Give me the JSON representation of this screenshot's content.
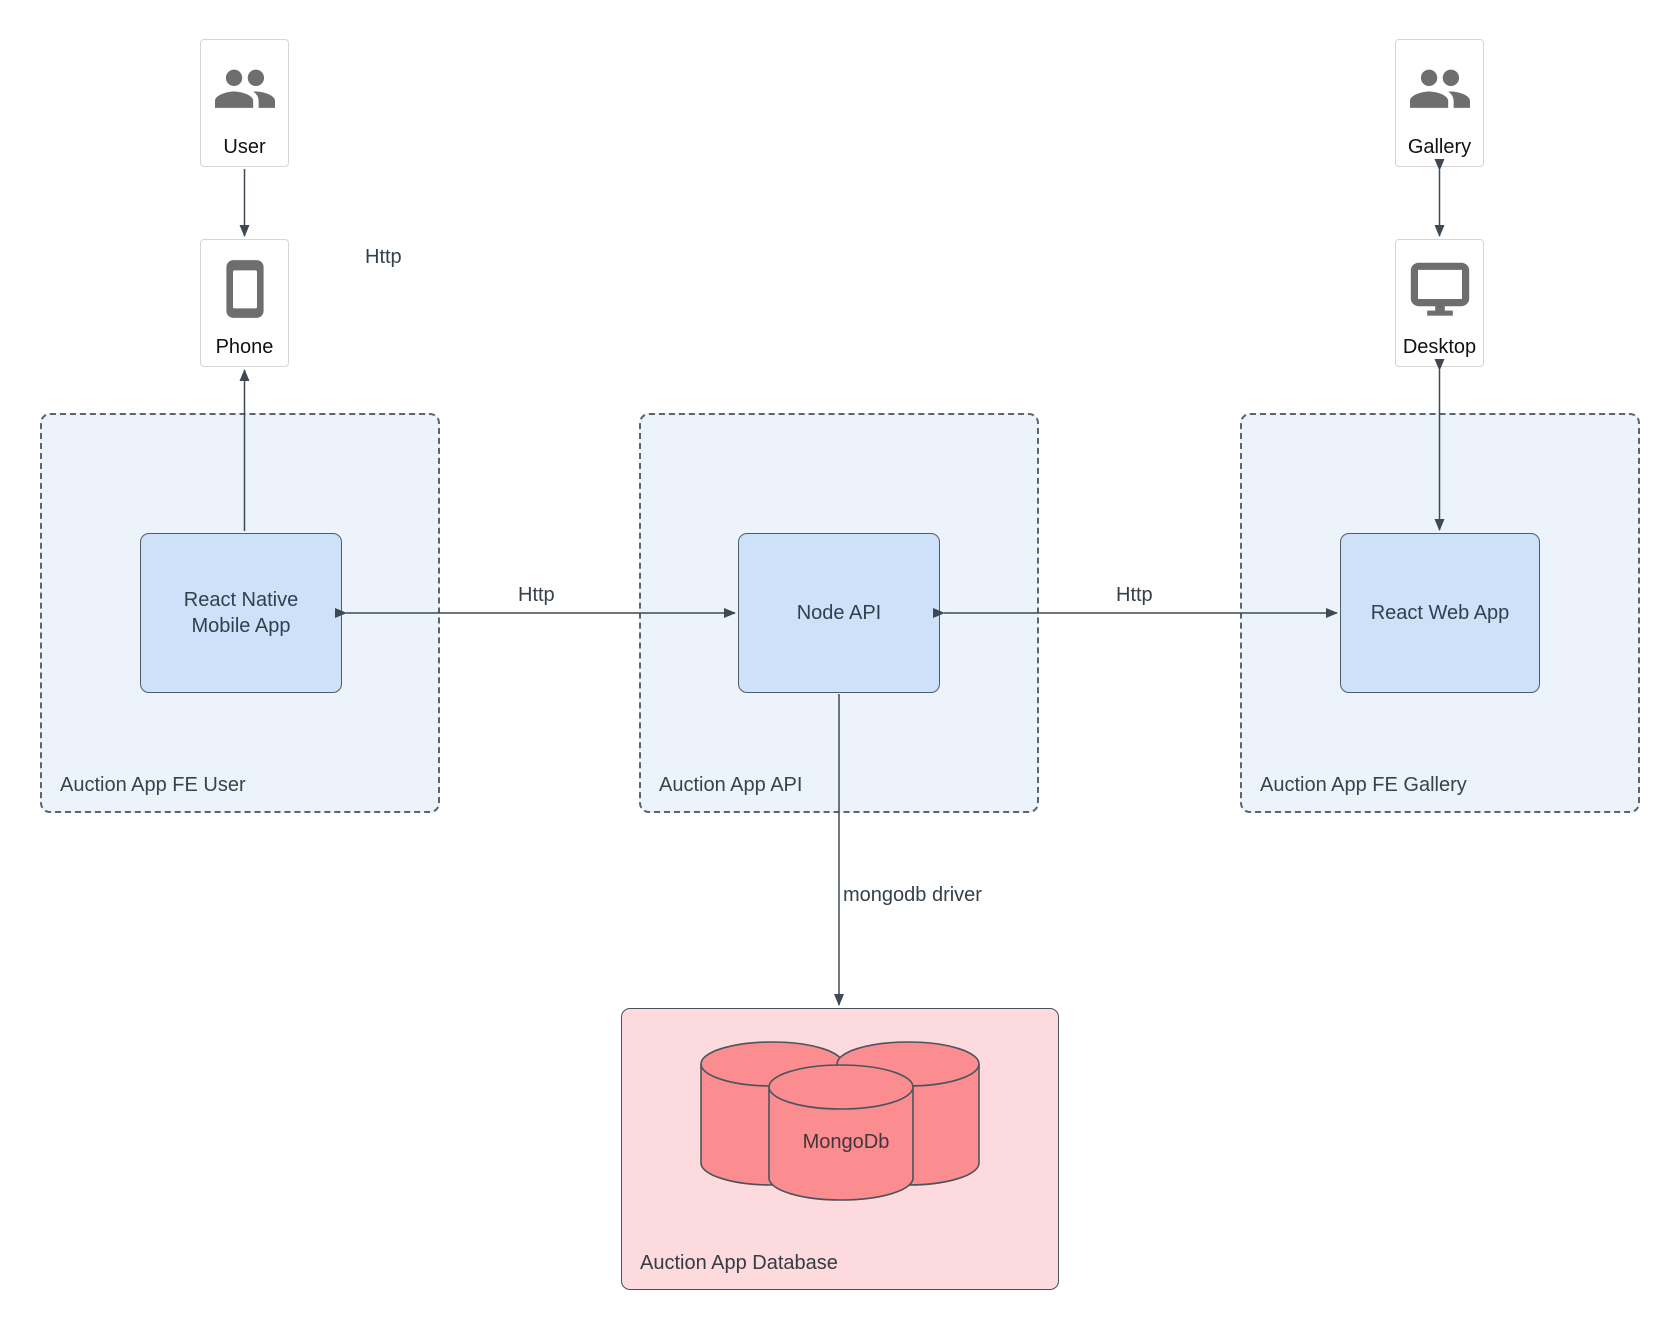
{
  "nodes": {
    "user": {
      "label": "User"
    },
    "phone": {
      "label": "Phone"
    },
    "gallery": {
      "label": "Gallery"
    },
    "desktop": {
      "label": "Desktop"
    },
    "react_native_app": {
      "label": "React Native Mobile App"
    },
    "node_api": {
      "label": "Node API"
    },
    "react_web_app": {
      "label": "React Web App"
    },
    "mongodb": {
      "label": "MongoDb"
    }
  },
  "containers": {
    "fe_user": {
      "label": "Auction App FE User"
    },
    "api": {
      "label": "Auction App API"
    },
    "fe_gallery": {
      "label": "Auction App FE Gallery"
    },
    "database": {
      "label": "Auction App Database"
    }
  },
  "edges": {
    "user_phone": {
      "label": "Http"
    },
    "mobile_api": {
      "label": "Http"
    },
    "api_web": {
      "label": "Http"
    },
    "api_db": {
      "label": "mongodb driver"
    }
  },
  "icons": {
    "user": "users-icon",
    "phone": "smartphone-icon",
    "gallery": "users-icon",
    "desktop": "monitor-icon",
    "database": "database-cylinders-icon"
  },
  "colors": {
    "group_fill": "#ECF3FB",
    "node_fill": "#CDE1F8",
    "db_group_fill": "#FCDADD",
    "cylinder_fill": "#FB8D90",
    "connector": "#3E4954",
    "icon_gray": "#6E6E6E"
  }
}
